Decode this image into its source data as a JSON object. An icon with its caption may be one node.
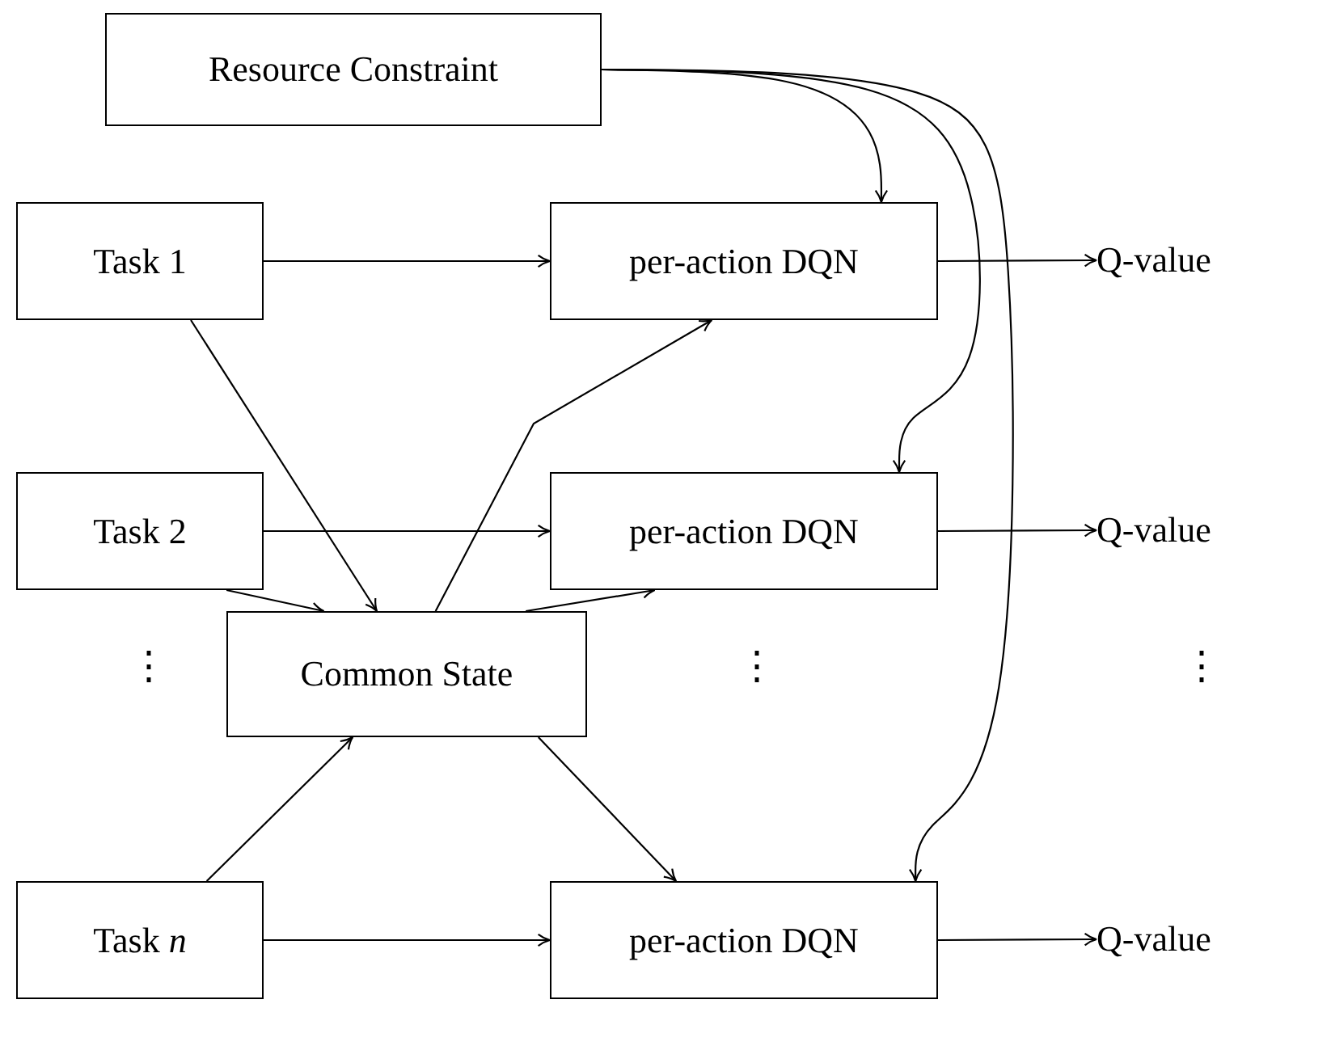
{
  "diagram": {
    "nodes": [
      {
        "text": [
          "Resource Constraint"
        ]
      },
      {
        "text": [
          "Task 1"
        ]
      },
      {
        "text": [
          "per-action DQN"
        ]
      },
      {
        "text": [
          "Q-value"
        ]
      },
      {
        "text": [
          "Task 2"
        ]
      },
      {
        "text": [
          "per-action DQN"
        ]
      },
      {
        "text": [
          "Q-value"
        ]
      },
      {
        "text": [
          "Common State"
        ]
      },
      {
        "text": [
          "Task *n*"
        ]
      },
      {
        "text": [
          "per-action DQN"
        ]
      },
      {
        "text": [
          "Q-value"
        ]
      }
    ],
    "edges": [
      {
        "from": 0,
        "to": 2,
        "arrow": "to"
      },
      {
        "from": 0,
        "to": 5,
        "arrow": "to"
      },
      {
        "from": 0,
        "to": 9,
        "arrow": "to"
      },
      {
        "from": 1,
        "to": 2,
        "arrow": "to"
      },
      {
        "from": 2,
        "to": 3,
        "arrow": "to"
      },
      {
        "from": 4,
        "to": 5,
        "arrow": "to"
      },
      {
        "from": 5,
        "to": 6,
        "arrow": "to"
      },
      {
        "from": 8,
        "to": 9,
        "arrow": "to"
      },
      {
        "from": 9,
        "to": 10,
        "arrow": "to"
      },
      {
        "from": 1,
        "to": 7,
        "arrow": "to"
      },
      {
        "from": 4,
        "to": 7,
        "arrow": "to"
      },
      {
        "from": 8,
        "to": 7,
        "arrow": "to"
      },
      {
        "from": 7,
        "to": 2,
        "arrow": "to"
      },
      {
        "from": 7,
        "to": 5,
        "arrow": "to"
      },
      {
        "from": 7,
        "to": 9,
        "arrow": "to"
      }
    ],
    "labels": [
      "⋮",
      "⋮",
      "⋮"
    ]
  }
}
